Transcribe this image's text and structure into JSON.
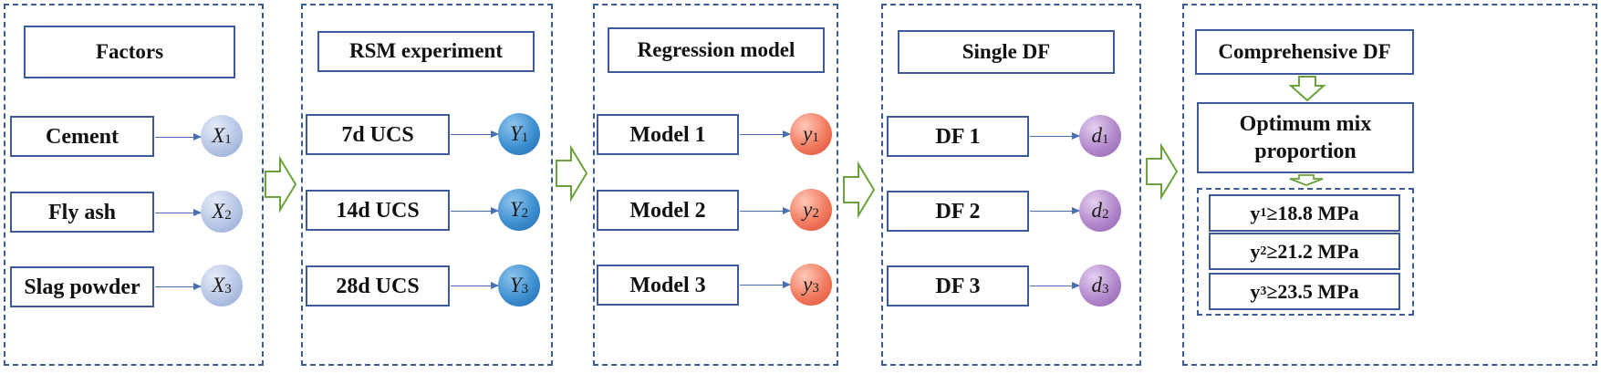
{
  "colors": {
    "border": "#3d5a9a",
    "flow_arrow": "#6aa33c"
  },
  "factors": {
    "title": "Factors",
    "items": [
      {
        "label": "Cement",
        "symbol": "X",
        "sub": "1"
      },
      {
        "label": "Fly ash",
        "symbol": "X",
        "sub": "2"
      },
      {
        "label": "Slag powder",
        "symbol": "X",
        "sub": "3"
      }
    ]
  },
  "rsm": {
    "title": "RSM experiment",
    "items": [
      {
        "label": "7d UCS",
        "symbol": "Y",
        "sub": "1"
      },
      {
        "label": "14d UCS",
        "symbol": "Y",
        "sub": "2"
      },
      {
        "label": "28d UCS",
        "symbol": "Y",
        "sub": "3"
      }
    ]
  },
  "regression": {
    "title": "Regression model",
    "items": [
      {
        "label": "Model 1",
        "symbol": "y",
        "sub": "1"
      },
      {
        "label": "Model 2",
        "symbol": "y",
        "sub": "2"
      },
      {
        "label": "Model 3",
        "symbol": "y",
        "sub": "3"
      }
    ]
  },
  "single_df": {
    "title": "Single DF",
    "items": [
      {
        "label": "DF 1",
        "symbol": "d",
        "sub": "1"
      },
      {
        "label": "DF 2",
        "symbol": "d",
        "sub": "2"
      },
      {
        "label": "DF 3",
        "symbol": "d",
        "sub": "3"
      }
    ]
  },
  "comprehensive": {
    "title": "Comprehensive DF",
    "optimum_line1": "Optimum mix",
    "optimum_line2": "proportion",
    "constraints": [
      {
        "var": "y",
        "sub": "1",
        "rest": "≥18.8 MPa"
      },
      {
        "var": "y",
        "sub": "2",
        "rest": "≥21.2 MPa"
      },
      {
        "var": "y",
        "sub": "3",
        "rest": "≥23.5 MPa"
      }
    ]
  }
}
